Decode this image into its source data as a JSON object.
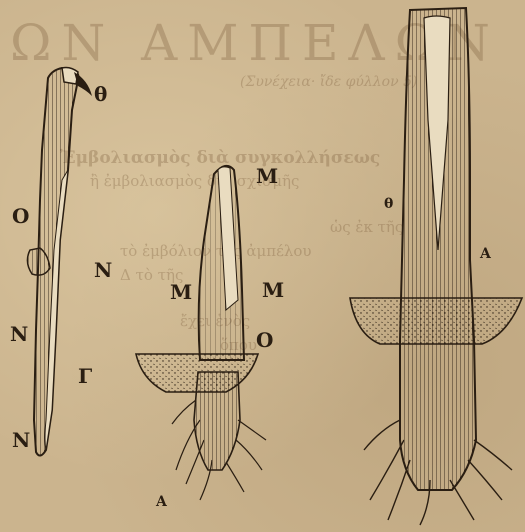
{
  "background_text": {
    "title": "ΩN  AMΠEΛΩN",
    "subtitle": "(Συνέχεια· ἴδε φύλλον 5)",
    "lines": [
      "Ἐμβολιασμὸς διὰ συγκολλήσεως",
      "ἢ ἐμβολιασμὸς διὰ σχισμῆς",
      "ὡς ἐκ τῆς",
      "τὸ ἐμβόλιον τῆς ἀμπέλου",
      "Δ τὸ τῆς",
      "ἔχει ἑνὸς",
      "ὅπου"
    ]
  },
  "figure_labels": {
    "scion_top": "θ",
    "scion_o": "O",
    "scion_n": "N",
    "scion_n2": "N",
    "scion_gamma": "Γ",
    "scion_n3": "N",
    "mid_m1": "M",
    "mid_m_left": "M",
    "mid_m_right": "M",
    "mid_o": "O",
    "mid_a": "A",
    "right_theta": "θ",
    "right_a": "A"
  },
  "colors": {
    "paper": "#cbb48e",
    "ink": "#2a1e12"
  }
}
